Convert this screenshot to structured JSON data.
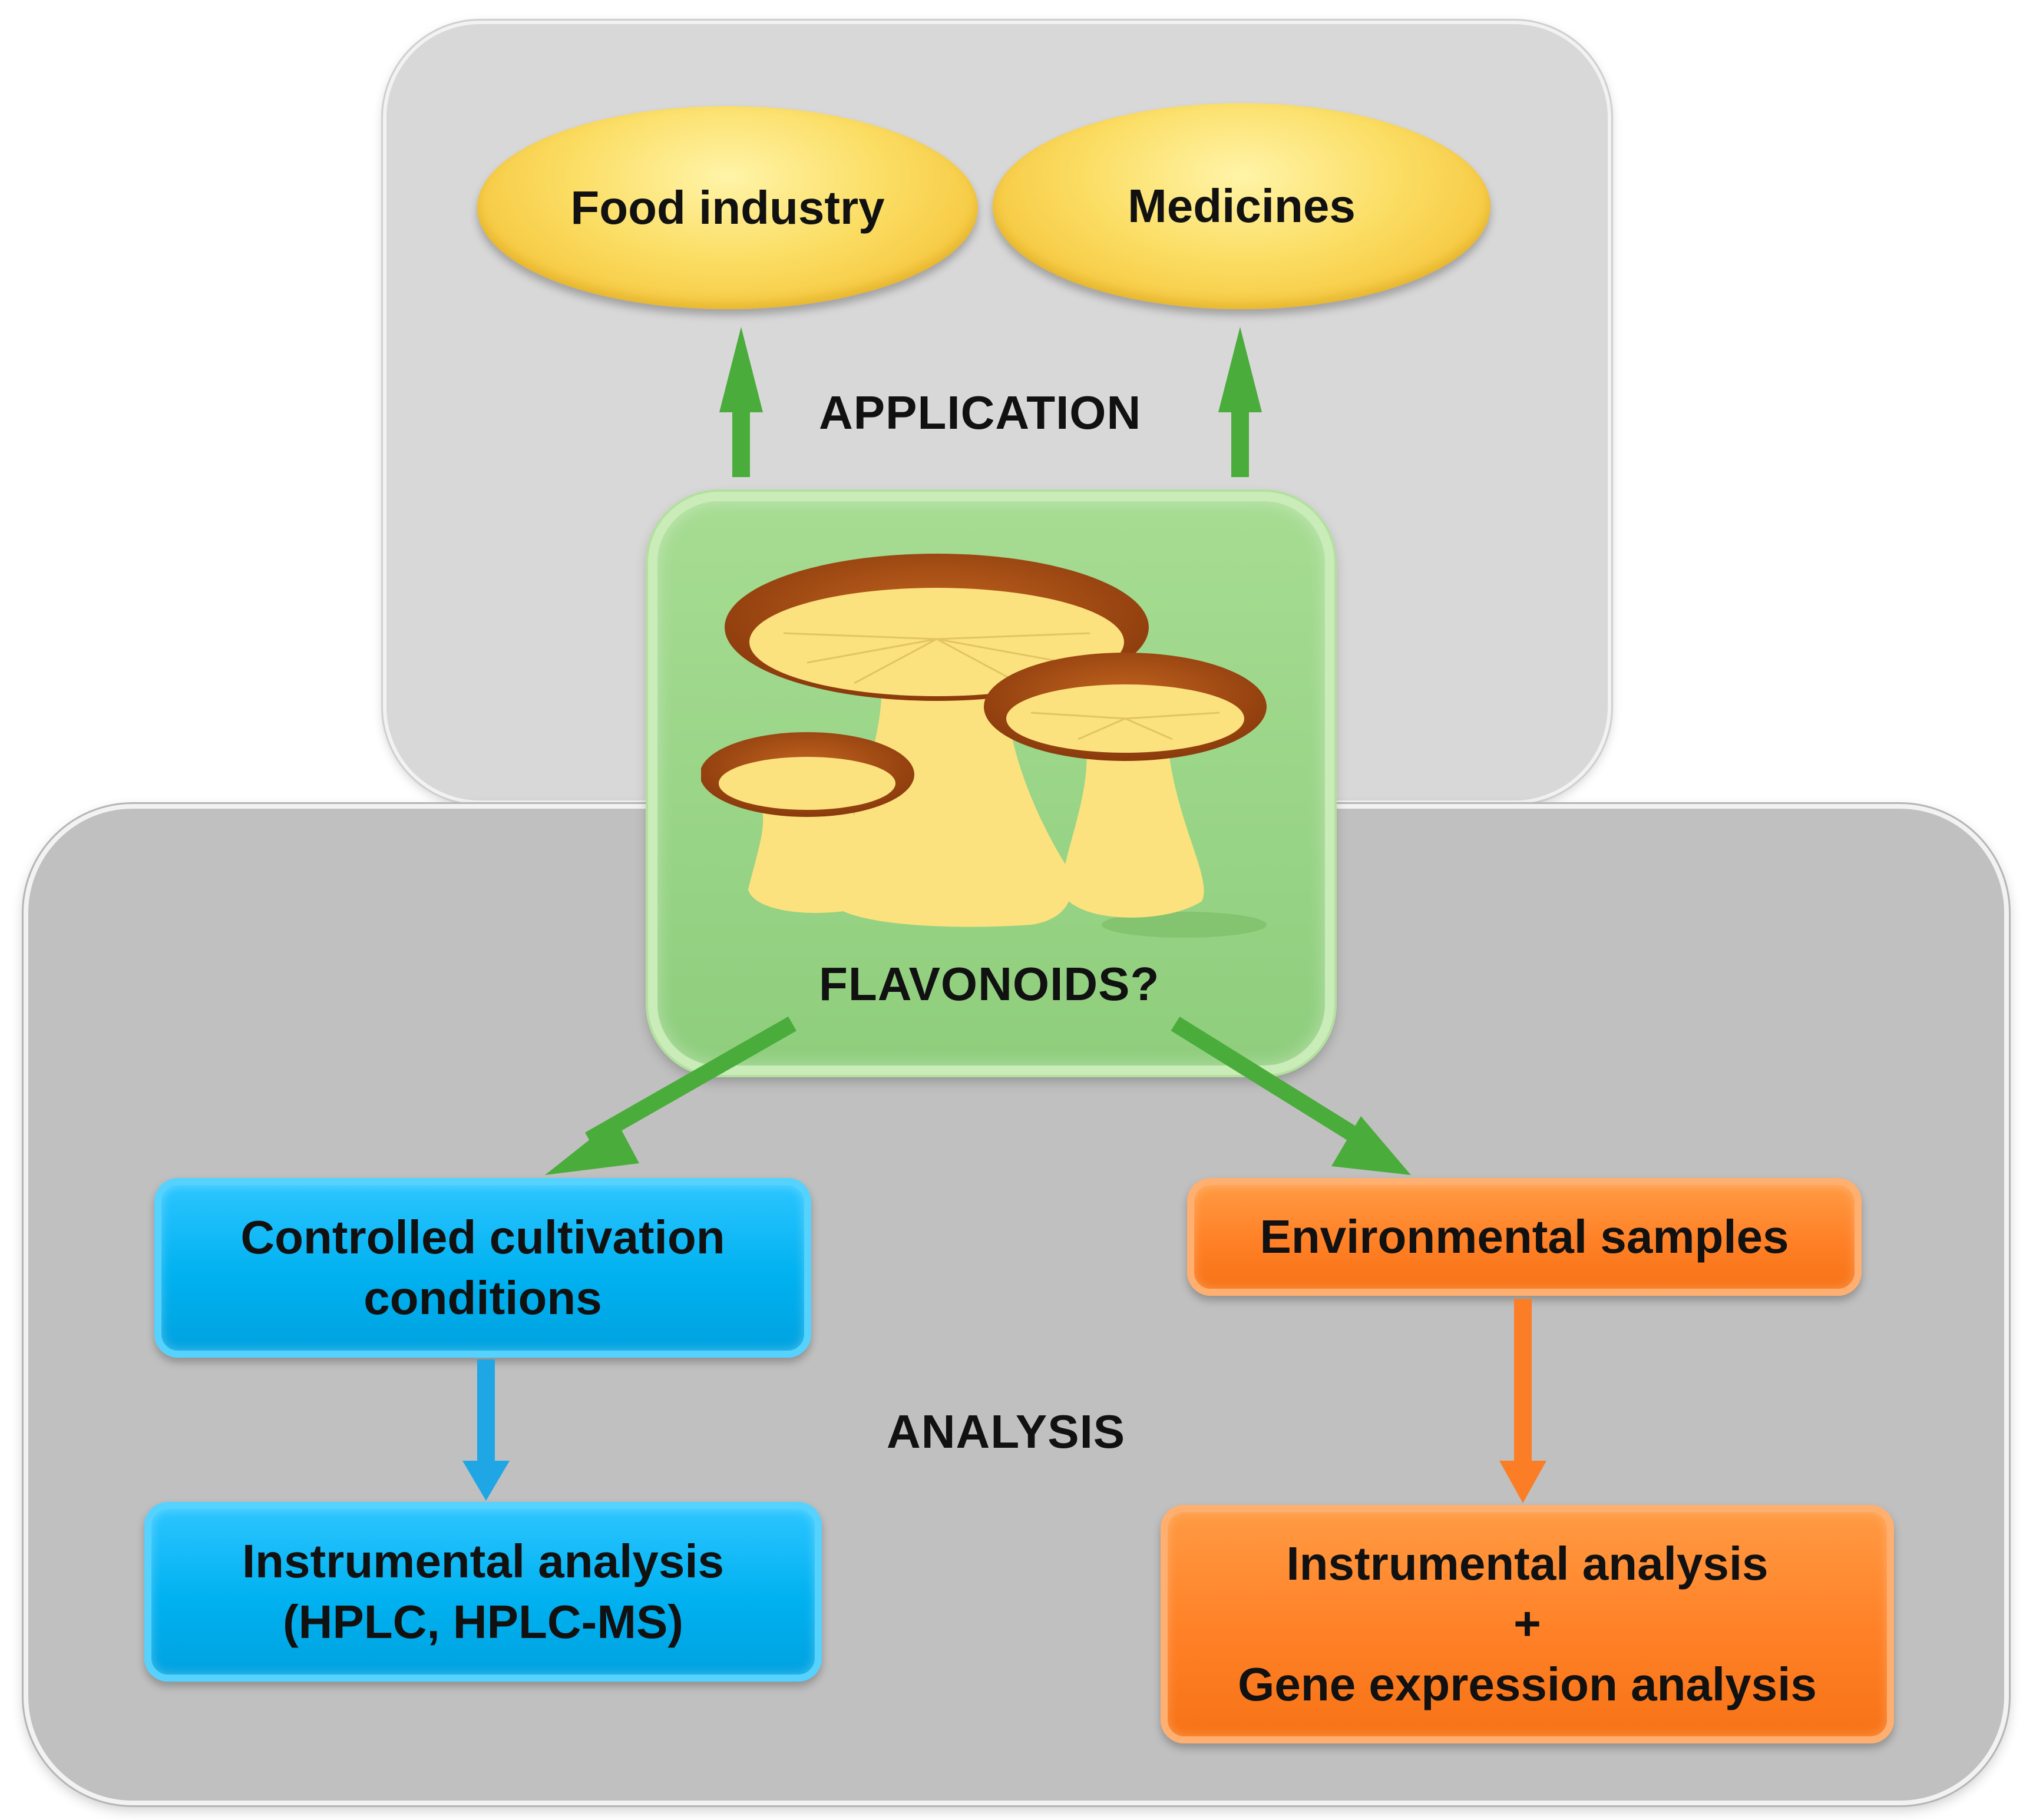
{
  "applications": {
    "food_industry": "Food industry",
    "medicines": "Medicines",
    "label": "APPLICATION"
  },
  "center": {
    "label": "FLAVONOIDS?",
    "icon": "mushroom-icon"
  },
  "analysis": {
    "label": "ANALYSIS",
    "controlled": [
      "Controlled cultivation",
      "conditions"
    ],
    "instrumental_left": [
      "Instrumental analysis",
      "(HPLC, HPLC-MS)"
    ],
    "environmental": "Environmental samples",
    "instrumental_right": [
      "Instrumental analysis",
      "+",
      "Gene expression analysis"
    ]
  },
  "colors": {
    "green_arrow": "#4aac3a",
    "blue_arrow": "#1ea7e4",
    "orange_arrow": "#fb7d26",
    "blue_box": "#00b1f0",
    "orange_box": "#ff8026",
    "center_box": "#98d486",
    "oval": "#fbdd63",
    "mushroom_cap": "#9e4410",
    "mushroom_body": "#fbe27f"
  }
}
